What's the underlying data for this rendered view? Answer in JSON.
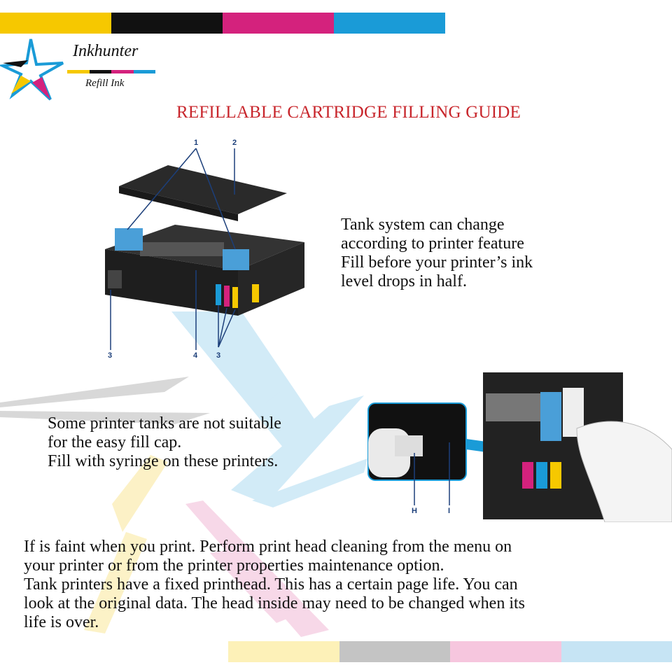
{
  "colors": {
    "yellow": "#f6c800",
    "black": "#111111",
    "magenta": "#d4227d",
    "cyan": "#1a9bd7",
    "pale_yellow": "#fdf1b8",
    "pale_gray": "#c4c4c4",
    "pale_magenta": "#f6c6de",
    "pale_cyan": "#c6e4f4",
    "title_red": "#c8262c"
  },
  "logo": {
    "name": "Inkhunter",
    "sub": "Refill Ink"
  },
  "title": "REFILLABLE CARTRIDGE FILLING GUIDE",
  "printer_figure": {
    "callouts": [
      "1",
      "2",
      "3",
      "4",
      "3"
    ]
  },
  "syringe_figure": {
    "callouts": [
      "H",
      "I"
    ]
  },
  "paragraphs": {
    "tank_note": "Tank system can change\naccording to printer feature\nFill before your printer’s ink\nlevel drops in half.",
    "syringe_note": "Some printer tanks are not suitable\nfor the easy fill cap.\nFill with syringe on these printers.",
    "cleaning_note": "If is faint when you print. Perform print head cleaning from the menu on\nyour printer or from the printer properties maintenance option.\nTank printers have a fixed printhead. This has a certain page life. You can\nlook at the original data. The head inside may need to be changed when its\nlife is over."
  }
}
